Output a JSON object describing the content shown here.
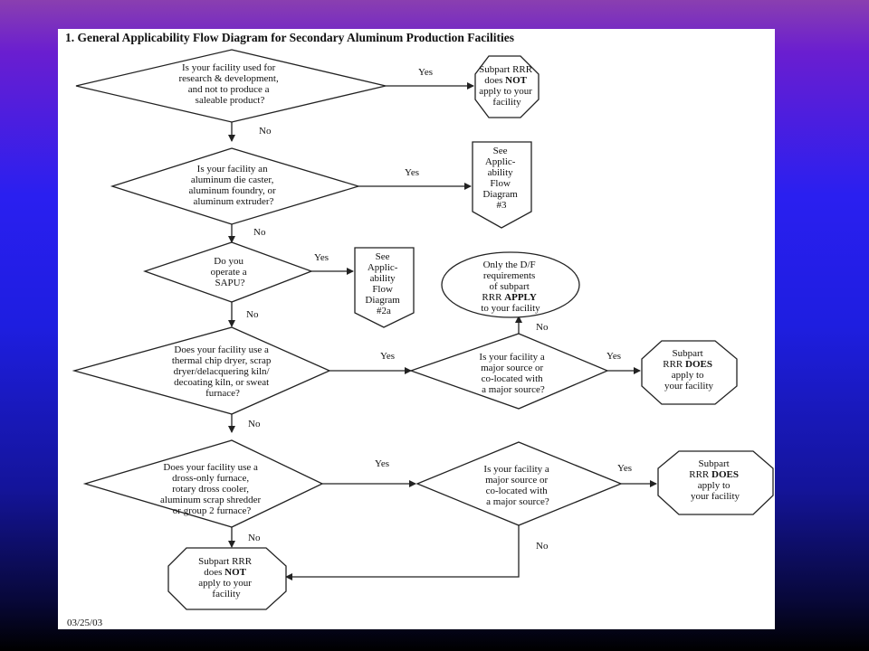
{
  "title": "1. General Applicability Flow Diagram for Secondary Aluminum Production Facilities",
  "date": "03/25/03",
  "labels": {
    "yes": "Yes",
    "no": "No"
  },
  "nodes": {
    "q1": [
      "Is your facility used for",
      "research & development,",
      "and not to produce a",
      "saleable product?"
    ],
    "r1": {
      "line1": "Subpart RRR",
      "line2_pre": "does ",
      "line2_bold": "NOT",
      "line3": "apply to your",
      "line4": "facility"
    },
    "q2": [
      "Is your facility an",
      "aluminum die caster,",
      "aluminum foundry, or",
      "aluminum extruder?"
    ],
    "ref3": [
      "See",
      "Applic-",
      "ability",
      "Flow",
      "Diagram",
      "#3"
    ],
    "q3": [
      "Do you",
      "operate a",
      "SAPU?"
    ],
    "ref2a": [
      "See",
      "Applic-",
      "ability",
      "Flow",
      "Diagram",
      "#2a"
    ],
    "df": {
      "line1": "Only the D/F",
      "line2": "requirements",
      "line3": "of subpart",
      "line4_pre": "RRR ",
      "line4_bold": "APPLY",
      "line5": "to your facility"
    },
    "q4": [
      "Does your facility use a",
      "thermal chip dryer, scrap",
      "dryer/delacquering kiln/",
      "decoating kiln, or sweat",
      "furnace?"
    ],
    "q4b": [
      "Is your facility a",
      "major source or",
      "co-located with",
      "a major source?"
    ],
    "r4": {
      "line1": "Subpart",
      "line2_pre": "RRR ",
      "line2_bold": "DOES",
      "line3": "apply to",
      "line4": "your facility"
    },
    "q5": [
      "Does your facility use a",
      "dross-only furnace,",
      "rotary dross cooler,",
      "aluminum scrap shredder",
      "or group 2 furnace?"
    ],
    "q5b": [
      "Is your facility a",
      "major source or",
      "co-located with",
      "a major source?"
    ],
    "r5": {
      "line1": "Subpart",
      "line2_pre": "RRR ",
      "line2_bold": "DOES",
      "line3": "apply to",
      "line4": "your facility"
    },
    "end": {
      "line1": "Subpart RRR",
      "line2_pre": "does ",
      "line2_bold": "NOT",
      "line3": "apply to your",
      "line4": "facility"
    }
  }
}
